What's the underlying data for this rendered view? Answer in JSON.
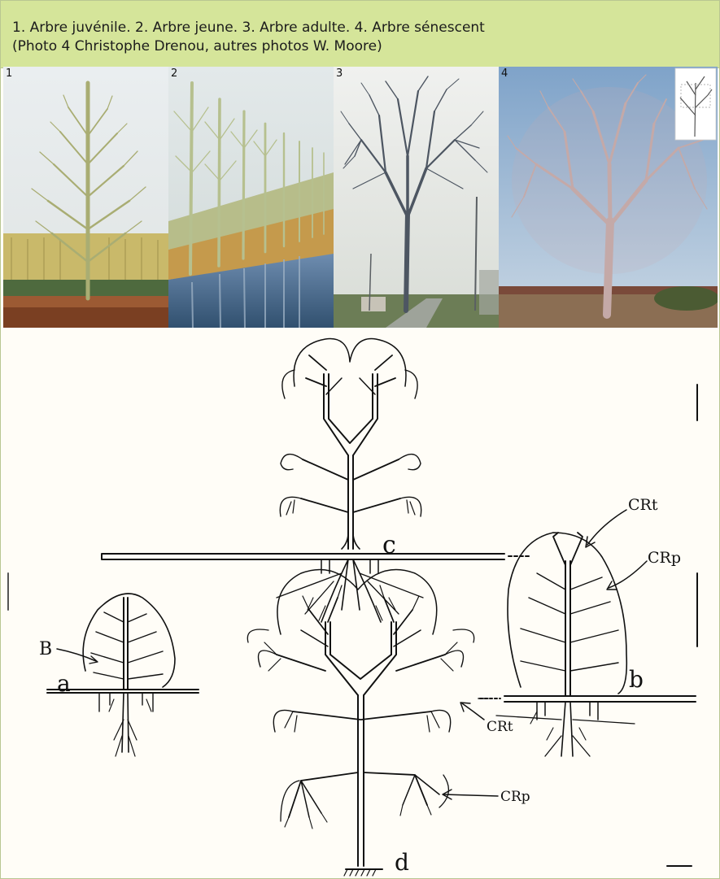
{
  "caption": {
    "line1": "1. Arbre juvénile. 2. Arbre jeune. 3. Arbre adulte. 4. Arbre sénescent",
    "line2": "(Photo 4 Christophe Drenou, autres photos W. Moore)"
  },
  "photos": [
    {
      "number": "1"
    },
    {
      "number": "2"
    },
    {
      "number": "3"
    },
    {
      "number": "4"
    }
  ],
  "diagram": {
    "tree_labels": {
      "a": "a",
      "b": "b",
      "c": "c",
      "d": "d"
    },
    "annotations": {
      "B": "B",
      "CRt_b": "CRt",
      "CRp_b": "CRp",
      "CRt_d": "CRt",
      "CRp_d": "CRp"
    }
  },
  "colors": {
    "caption_bg": "#d5e59a",
    "border": "#b9c792",
    "ink": "#111111"
  }
}
